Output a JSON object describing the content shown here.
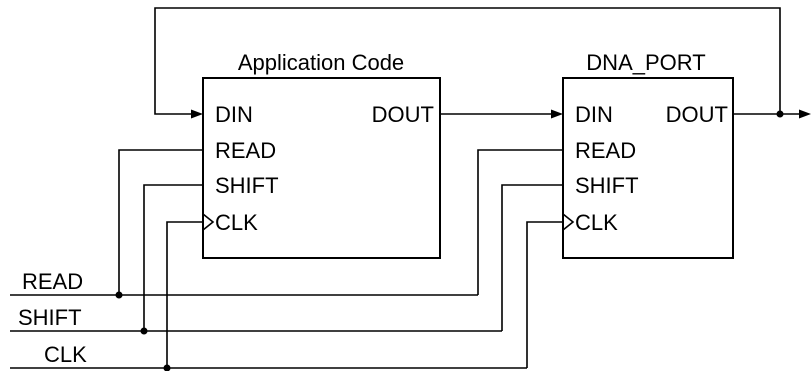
{
  "blocks": [
    {
      "title": "Application Code",
      "ports_left": [
        "DIN",
        "READ",
        "SHIFT",
        "CLK"
      ],
      "ports_right": [
        "DOUT"
      ]
    },
    {
      "title": "DNA_PORT",
      "ports_left": [
        "DIN",
        "READ",
        "SHIFT",
        "CLK"
      ],
      "ports_right": [
        "DOUT"
      ]
    }
  ],
  "inputs": [
    "READ",
    "SHIFT",
    "CLK"
  ]
}
